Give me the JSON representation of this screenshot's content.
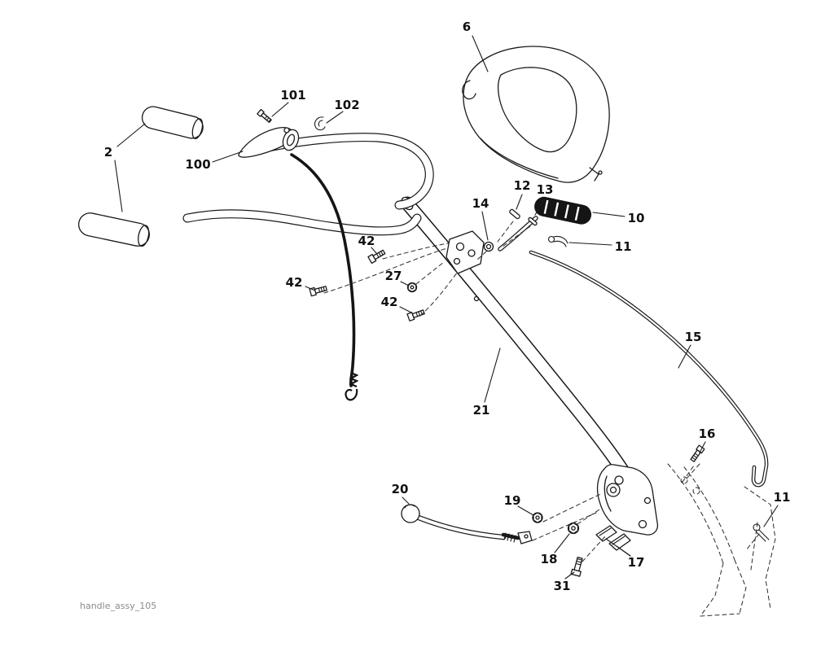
{
  "caption": "handle_assy_105",
  "labels": {
    "l2": "2",
    "l6": "6",
    "l10": "10",
    "l11a": "11",
    "l11b": "11",
    "l12": "12",
    "l13": "13",
    "l14": "14",
    "l15": "15",
    "l16": "16",
    "l17": "17",
    "l18": "18",
    "l19": "19",
    "l20": "20",
    "l21": "21",
    "l27": "27",
    "l31": "31",
    "l42a": "42",
    "l42b": "42",
    "l42c": "42",
    "l100": "100",
    "l101": "101",
    "l102": "102"
  },
  "colors": {
    "line": "#1a1a1a",
    "background": "#ffffff",
    "caption": "#8a8a8a"
  }
}
